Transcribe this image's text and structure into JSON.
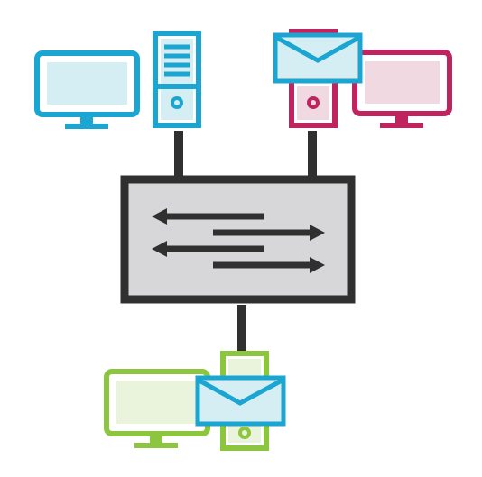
{
  "diagram": {
    "nodes": [
      {
        "id": "host-a-monitor",
        "kind": "monitor",
        "group": "host-a"
      },
      {
        "id": "host-a-tower",
        "kind": "tower",
        "group": "host-a"
      },
      {
        "id": "host-b-tower",
        "kind": "tower",
        "group": "host-b"
      },
      {
        "id": "host-b-monitor",
        "kind": "monitor",
        "group": "host-b"
      },
      {
        "id": "host-b-envelope",
        "kind": "envelope",
        "group": "host-b"
      },
      {
        "id": "switch",
        "kind": "switch"
      },
      {
        "id": "host-c-monitor",
        "kind": "monitor",
        "group": "host-c"
      },
      {
        "id": "host-c-tower",
        "kind": "tower",
        "group": "host-c"
      },
      {
        "id": "host-c-envelope",
        "kind": "envelope",
        "group": "host-c"
      }
    ],
    "links": [
      {
        "from": "host-a-tower",
        "to": "switch"
      },
      {
        "from": "host-b-tower",
        "to": "switch"
      },
      {
        "from": "switch",
        "to": "host-c-tower"
      }
    ],
    "switch_arrows": [
      "left",
      "right",
      "left",
      "right"
    ],
    "colors": {
      "host_a": "#1aa5d2",
      "host_a_fill": "#d5eef4",
      "host_b": "#c0245e",
      "host_b_fill": "#f1d9e1",
      "host_c": "#8cc63f",
      "host_c_fill": "#eaf4dc",
      "envelope_stroke": "#1aa5d2",
      "envelope_fill": "#d5eef4",
      "switch_body": "#d7d7d9",
      "switch_border": "#303030",
      "link": "#303030",
      "arrow": "#303030"
    }
  }
}
